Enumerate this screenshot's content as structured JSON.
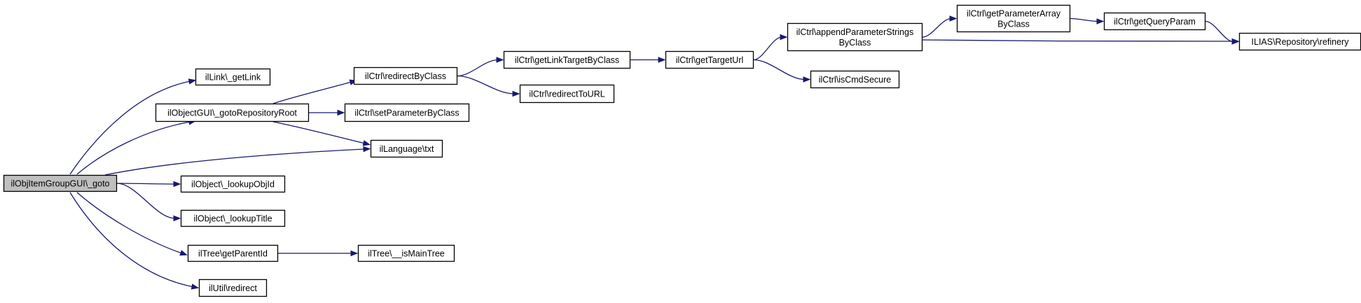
{
  "diagram": {
    "edge_color": "#191970",
    "root_fill": "#bfbfbf",
    "nodes": [
      {
        "id": "root",
        "lines": [
          "ilObjItemGroupGUI\\_goto"
        ],
        "root": true
      },
      {
        "id": "n1",
        "lines": [
          "ilLink\\_getLink"
        ]
      },
      {
        "id": "n2",
        "lines": [
          "ilObjectGUI\\_gotoRepositoryRoot"
        ]
      },
      {
        "id": "n3",
        "lines": [
          "ilLanguage\\txt"
        ]
      },
      {
        "id": "n4",
        "lines": [
          "ilObject\\_lookupObjId"
        ]
      },
      {
        "id": "n5",
        "lines": [
          "ilObject\\_lookupTitle"
        ]
      },
      {
        "id": "n6",
        "lines": [
          "ilTree\\getParentId"
        ]
      },
      {
        "id": "n7",
        "lines": [
          "ilUtil\\redirect"
        ]
      },
      {
        "id": "n8",
        "lines": [
          "ilCtrl\\redirectByClass"
        ]
      },
      {
        "id": "n9",
        "lines": [
          "ilCtrl\\setParameterByClass"
        ]
      },
      {
        "id": "n10",
        "lines": [
          "ilTree\\__isMainTree"
        ]
      },
      {
        "id": "n11",
        "lines": [
          "ilCtrl\\getLinkTargetByClass"
        ]
      },
      {
        "id": "n12",
        "lines": [
          "ilCtrl\\redirectToURL"
        ]
      },
      {
        "id": "n13",
        "lines": [
          "ilCtrl\\getTargetUrl"
        ]
      },
      {
        "id": "n14",
        "lines": [
          "ilCtrl\\appendParameterStrings",
          "ByClass"
        ]
      },
      {
        "id": "n15",
        "lines": [
          "ilCtrl\\isCmdSecure"
        ]
      },
      {
        "id": "n16",
        "lines": [
          "ilCtrl\\getParameterArray",
          "ByClass"
        ]
      },
      {
        "id": "n17",
        "lines": [
          "ilCtrl\\getQueryParam"
        ]
      },
      {
        "id": "n18",
        "lines": [
          "ILIAS\\Repository\\refinery"
        ]
      }
    ],
    "edges": [
      [
        "root",
        "n1"
      ],
      [
        "root",
        "n2"
      ],
      [
        "root",
        "n3"
      ],
      [
        "root",
        "n4"
      ],
      [
        "root",
        "n5"
      ],
      [
        "root",
        "n6"
      ],
      [
        "root",
        "n7"
      ],
      [
        "n2",
        "n8"
      ],
      [
        "n2",
        "n9"
      ],
      [
        "n2",
        "n3"
      ],
      [
        "n6",
        "n10"
      ],
      [
        "n8",
        "n11"
      ],
      [
        "n8",
        "n12"
      ],
      [
        "n11",
        "n13"
      ],
      [
        "n13",
        "n14"
      ],
      [
        "n13",
        "n15"
      ],
      [
        "n14",
        "n16"
      ],
      [
        "n14",
        "n18"
      ],
      [
        "n16",
        "n17"
      ],
      [
        "n17",
        "n18"
      ]
    ]
  }
}
